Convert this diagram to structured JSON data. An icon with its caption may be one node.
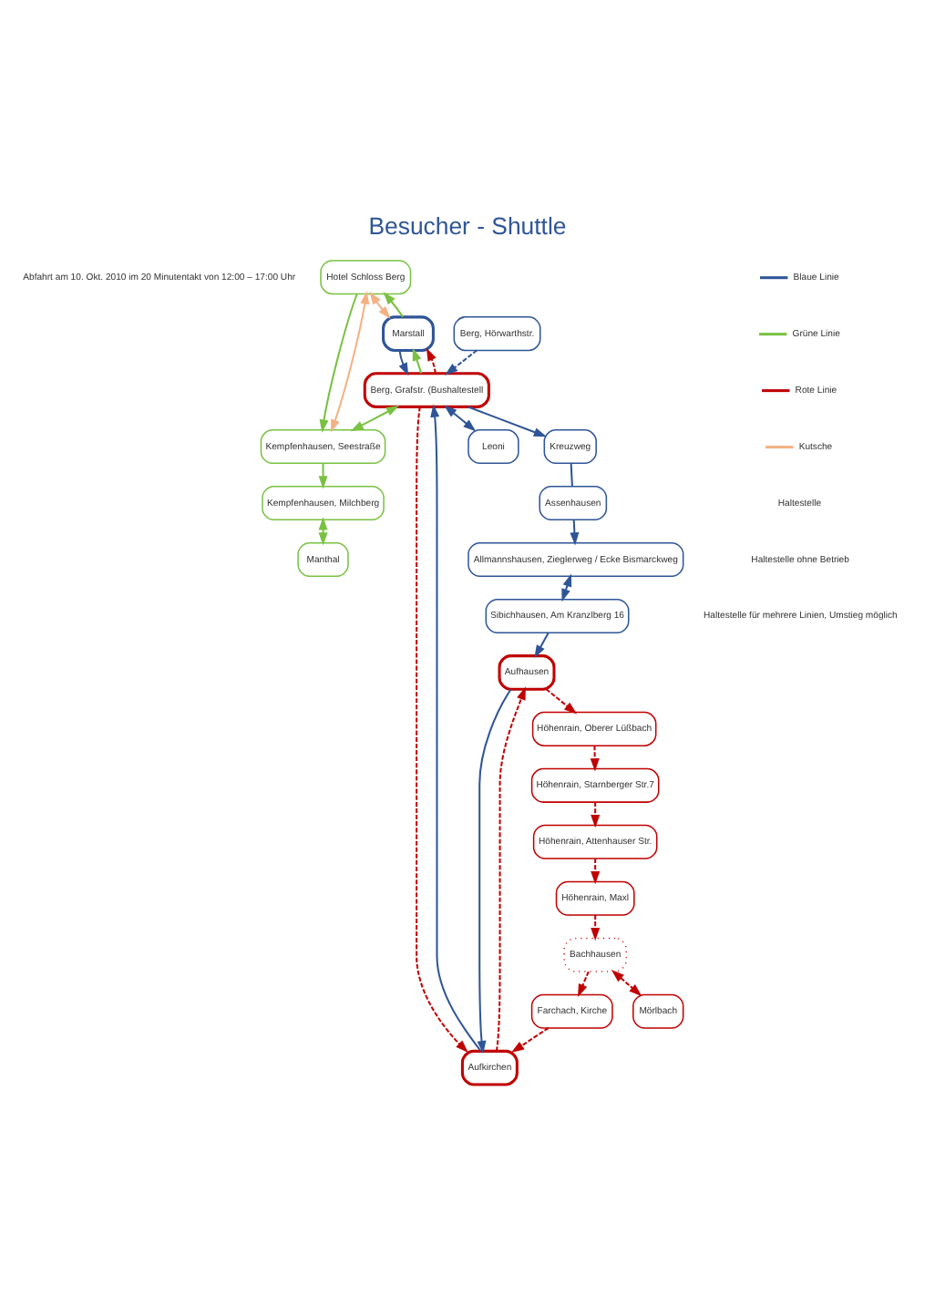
{
  "diagram": {
    "title": "Besucher - Shuttle",
    "nodes": [
      {
        "text": [
          "Kempfenhausen, Milchberg"
        ]
      },
      {
        "text": [
          "Manthal"
        ]
      },
      {
        "text": [
          "Kempfenhausen, Seestraße"
        ]
      },
      {
        "text": [
          "Hotel Schloss Berg"
        ]
      },
      {
        "text": [
          "Berg, Hörwarthstr."
        ]
      },
      {
        "text": [
          "Marstall"
        ]
      },
      {
        "text": [
          "Berg, Grafstr. (Bushaltestell"
        ]
      },
      {
        "text": [
          "Farchach, Kirche"
        ]
      },
      {
        "text": [
          "Mörlbach"
        ]
      },
      {
        "text": [
          "Bachhausen"
        ]
      },
      {
        "text": [
          "Aufkirchen"
        ]
      },
      {
        "text": [
          "Leoni"
        ]
      },
      {
        "text": [
          "Kreuzweg"
        ]
      },
      {
        "text": [
          "Aufhausen"
        ]
      },
      {
        "text": [
          "Assenhausen"
        ]
      },
      {
        "text": [
          "Sibichhausen, Am Kranzlberg 16"
        ]
      },
      {
        "text": [
          "Höhenrain, Maxl"
        ]
      },
      {
        "text": [
          "Höhenrain, Oberer Lüßbach"
        ]
      },
      {
        "text": [
          "Höhenrain, Attenhauser Str."
        ]
      },
      {
        "text": [
          "Allmannshausen, Zieglerweg / Ecke Bismarckweg"
        ]
      },
      {
        "text": [
          "Höhenrain, Starnberger Str.7"
        ]
      }
    ],
    "edges": [
      {
        "from": 0,
        "to": 1,
        "arrow": "both",
        "color": "#7ac143"
      },
      {
        "from": 2,
        "to": 0,
        "arrow": "to",
        "color": "#7ac143"
      },
      {
        "from": 6,
        "to": 2,
        "arrow": "both",
        "color": "#7ac143"
      },
      {
        "from": 3,
        "to": 2,
        "arrow": "to",
        "color": "#7ac143"
      },
      {
        "from": 5,
        "to": 3,
        "arrow": "to",
        "color": "#7ac143"
      },
      {
        "from": 6,
        "to": 5,
        "arrow": "to",
        "color": "#7ac143"
      },
      {
        "from": 3,
        "to": 2,
        "arrow": "both",
        "color": "#f4b183"
      },
      {
        "from": 3,
        "to": 5,
        "arrow": "both",
        "color": "#f4b183"
      },
      {
        "from": 4,
        "to": 6,
        "arrow": "to",
        "style": "dashed",
        "color": "#2f5597"
      },
      {
        "from": 5,
        "to": 6,
        "arrow": "to",
        "color": "#2f5597"
      },
      {
        "from": 10,
        "to": 6,
        "arrow": "to",
        "color": "#2f5597"
      },
      {
        "from": 6,
        "to": 12,
        "arrow": "to",
        "color": "#2f5597"
      },
      {
        "from": 6,
        "to": 11,
        "arrow": "both",
        "color": "#2f5597"
      },
      {
        "from": 12,
        "to": 14,
        "arrow": "none",
        "color": "#2f5597"
      },
      {
        "from": 14,
        "to": 19,
        "arrow": "to",
        "color": "#2f5597"
      },
      {
        "from": 19,
        "to": 15,
        "arrow": "both",
        "color": "#2f5597"
      },
      {
        "from": 15,
        "to": 13,
        "arrow": "to",
        "color": "#2f5597"
      },
      {
        "from": 13,
        "to": 10,
        "arrow": "to",
        "color": "#2f5597"
      },
      {
        "from": 6,
        "to": 5,
        "arrow": "to",
        "style": "dashed"
      },
      {
        "from": 6,
        "to": 10,
        "arrow": "to",
        "style": "dashed"
      },
      {
        "from": 7,
        "to": 10,
        "arrow": "to",
        "style": "dashed"
      },
      {
        "from": 9,
        "to": 7,
        "arrow": "to",
        "style": "dashed"
      },
      {
        "from": 9,
        "to": 8,
        "arrow": "both",
        "style": "dashed"
      },
      {
        "from": 16,
        "to": 9,
        "arrow": "to",
        "style": "dashed"
      },
      {
        "from": 18,
        "to": 16,
        "arrow": "to",
        "style": "dashed"
      },
      {
        "from": 20,
        "to": 18,
        "arrow": "to",
        "style": "dashed"
      },
      {
        "from": 17,
        "to": 20,
        "arrow": "to",
        "style": "dashed"
      },
      {
        "from": 13,
        "to": 17,
        "arrow": "to",
        "style": "dashed"
      },
      {
        "from": 10,
        "to": 13,
        "arrow": "to",
        "style": "dashed"
      }
    ],
    "labels": [
      "Abfahrt am 10. Okt. 2010 im 20 Minutentakt von 12:00 – 17:00 Uhr"
    ],
    "legend": [
      {
        "text": "Blaue Linie"
      },
      {
        "text": "Grüne Linie"
      },
      {
        "text": "Rote Linie"
      },
      {
        "text": "Kutsche"
      },
      {
        "text": "Haltestelle"
      },
      {
        "text": "Haltestelle ohne Betrieb"
      },
      {
        "text": "Haltestelle für mehrere Linien, Umstieg möglich"
      }
    ]
  }
}
